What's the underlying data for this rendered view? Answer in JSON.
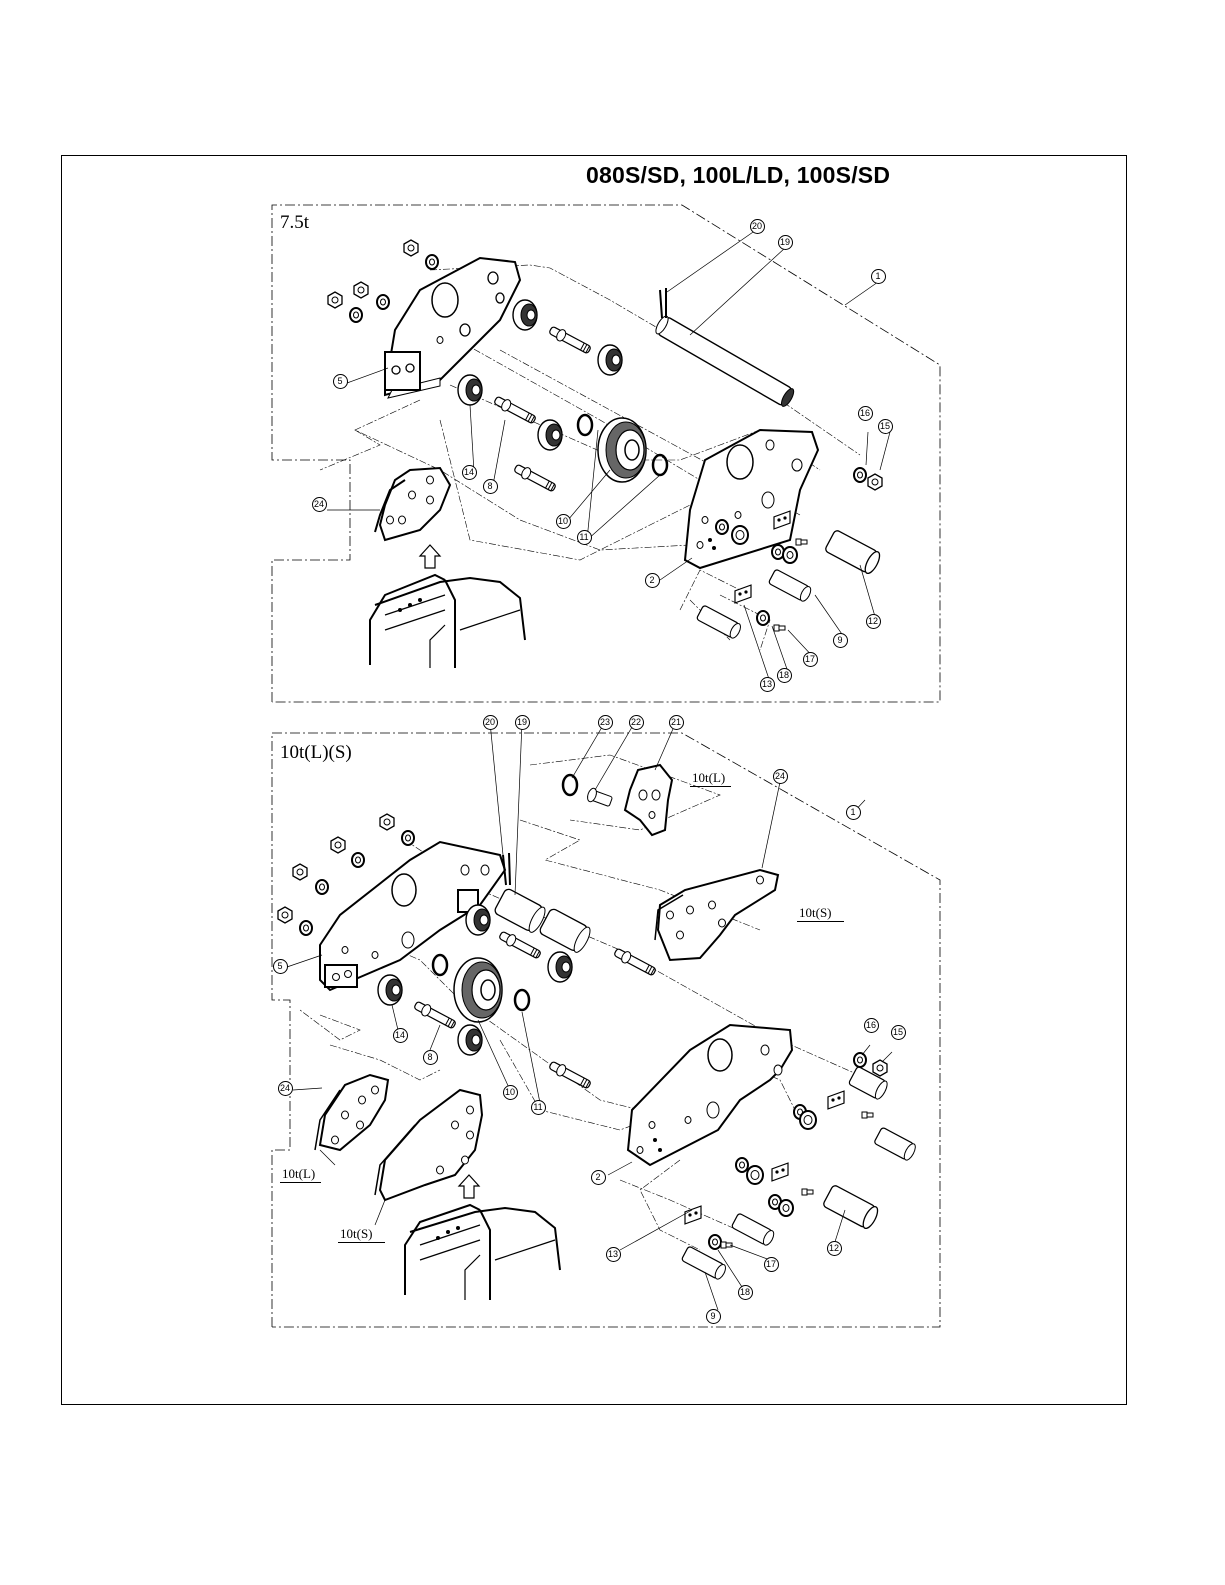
{
  "title": "080S/SD, 100L/LD, 100S/SD",
  "sections": {
    "top": {
      "label": "7.5t"
    },
    "bottom": {
      "label": "10t(L)(S)"
    }
  },
  "variant_labels": {
    "v1": "10t(L)",
    "v2": "10t(S)",
    "v3": "10t(L)",
    "v4": "10t(S)"
  },
  "callouts_top": [
    "20",
    "19",
    "1",
    "5",
    "14",
    "8",
    "10",
    "11",
    "24",
    "2",
    "16",
    "15",
    "12",
    "9",
    "17",
    "18",
    "13"
  ],
  "callouts_bottom": [
    "20",
    "19",
    "23",
    "22",
    "21",
    "24",
    "1",
    "5",
    "14",
    "8",
    "10",
    "11",
    "24",
    "2",
    "13",
    "18",
    "9",
    "17",
    "12",
    "16",
    "15"
  ],
  "colors": {
    "line": "#000000",
    "background": "#ffffff"
  }
}
